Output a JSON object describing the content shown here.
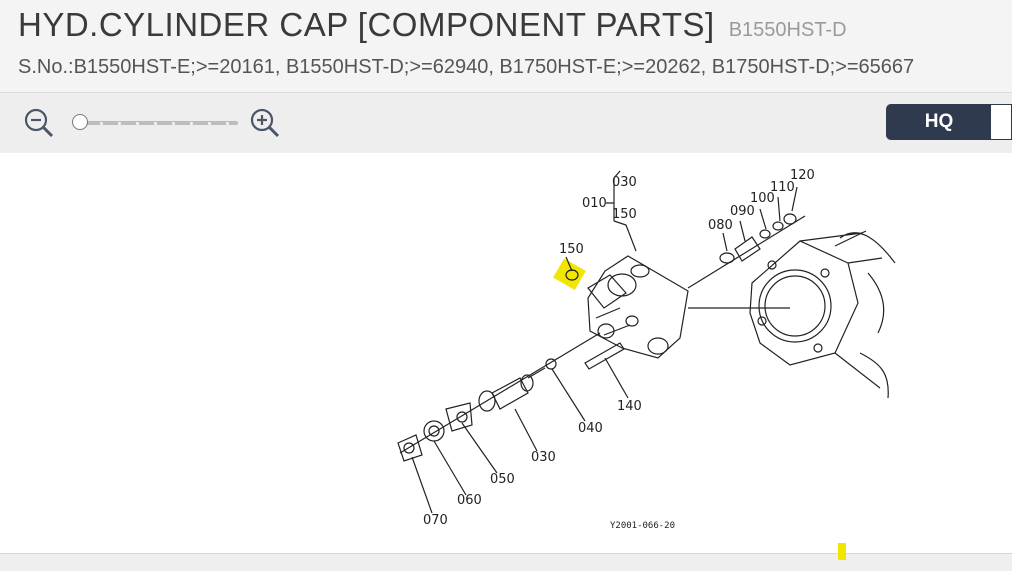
{
  "header": {
    "title": "HYD.CYLINDER CAP [COMPONENT PARTS]",
    "model": "B1550HST-D",
    "serial": "S.No.:B1550HST-E;>=20161, B1550HST-D;>=62940, B1750HST-E;>=20262, B1750HST-D;>=65667"
  },
  "toolbar": {
    "zoom_out_icon": "zoom-out-icon",
    "zoom_in_icon": "zoom-in-icon",
    "zoom_level": 0,
    "hq_label": "HQ"
  },
  "diagram": {
    "labels": {
      "p010": "010",
      "p030_top": "030",
      "p150_top": "150",
      "p150": "150",
      "p080": "080",
      "p090": "090",
      "p100": "100",
      "p110": "110",
      "p120": "120",
      "p030": "030",
      "p040": "040",
      "p050": "050",
      "p060": "060",
      "p070": "070",
      "p140": "140"
    },
    "figure_number": "Y2001-066-20",
    "highlighted_part": "150",
    "highlight_color": "#f2e500"
  }
}
